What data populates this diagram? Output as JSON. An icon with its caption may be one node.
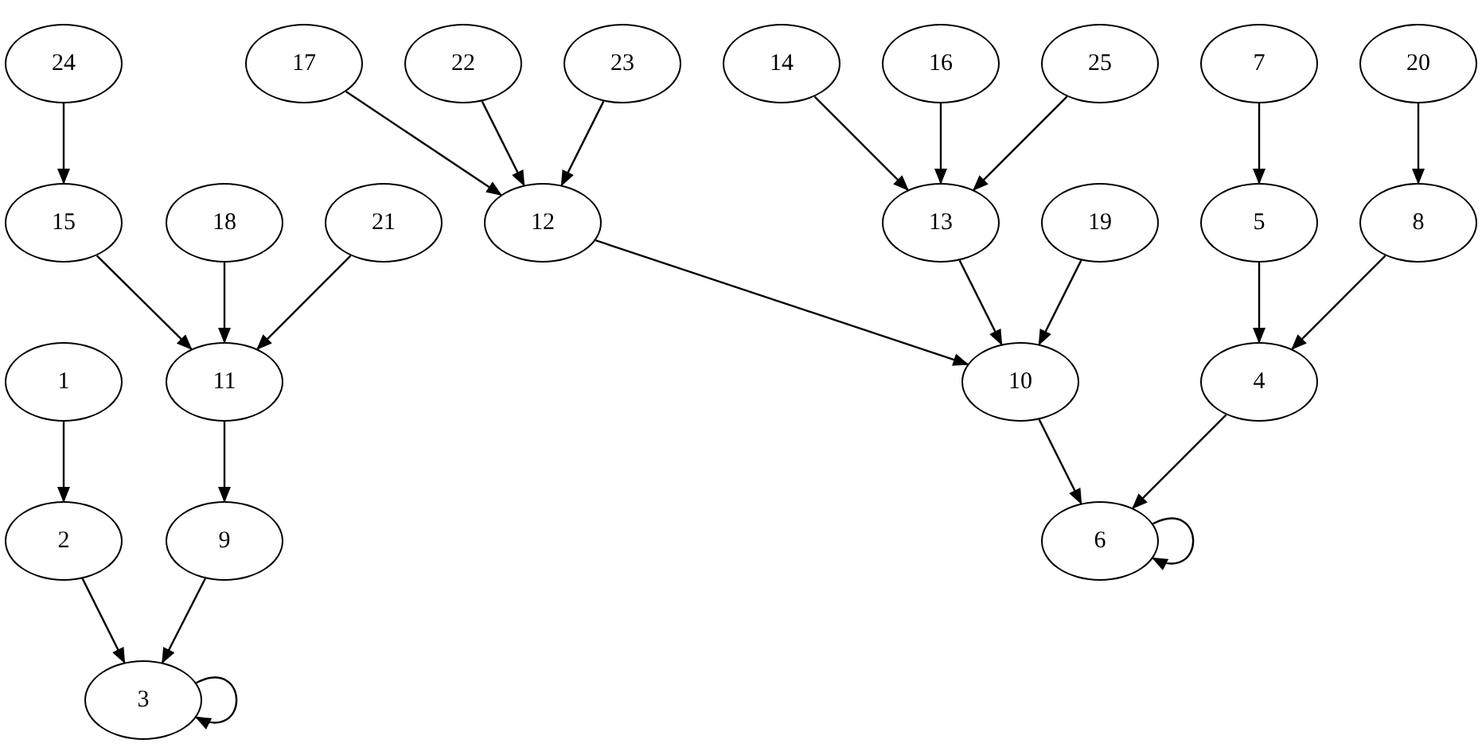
{
  "diagram": {
    "nodes": [
      {
        "text": [
          "24"
        ]
      },
      {
        "text": [
          "17"
        ]
      },
      {
        "text": [
          "22"
        ]
      },
      {
        "text": [
          "23"
        ]
      },
      {
        "text": [
          "14"
        ]
      },
      {
        "text": [
          "16"
        ]
      },
      {
        "text": [
          "25"
        ]
      },
      {
        "text": [
          "7"
        ]
      },
      {
        "text": [
          "20"
        ]
      },
      {
        "text": [
          "15"
        ]
      },
      {
        "text": [
          "18"
        ]
      },
      {
        "text": [
          "21"
        ]
      },
      {
        "text": [
          "12"
        ]
      },
      {
        "text": [
          "13"
        ]
      },
      {
        "text": [
          "19"
        ]
      },
      {
        "text": [
          "5"
        ]
      },
      {
        "text": [
          "8"
        ]
      },
      {
        "text": [
          "1"
        ]
      },
      {
        "text": [
          "11"
        ]
      },
      {
        "text": [
          "10"
        ]
      },
      {
        "text": [
          "4"
        ]
      },
      {
        "text": [
          "2"
        ]
      },
      {
        "text": [
          "9"
        ]
      },
      {
        "text": [
          "6"
        ]
      },
      {
        "text": [
          "3"
        ]
      }
    ],
    "edges": [
      {
        "from": 0,
        "to": 9,
        "arrow": "to"
      },
      {
        "from": 1,
        "to": 12,
        "arrow": "to"
      },
      {
        "from": 2,
        "to": 12,
        "arrow": "to"
      },
      {
        "from": 3,
        "to": 12,
        "arrow": "to"
      },
      {
        "from": 4,
        "to": 13,
        "arrow": "to"
      },
      {
        "from": 5,
        "to": 13,
        "arrow": "to"
      },
      {
        "from": 6,
        "to": 13,
        "arrow": "to"
      },
      {
        "from": 7,
        "to": 15,
        "arrow": "to"
      },
      {
        "from": 8,
        "to": 16,
        "arrow": "to"
      },
      {
        "from": 9,
        "to": 18,
        "arrow": "to"
      },
      {
        "from": 10,
        "to": 18,
        "arrow": "to"
      },
      {
        "from": 11,
        "to": 18,
        "arrow": "to"
      },
      {
        "from": 12,
        "to": 19,
        "arrow": "to"
      },
      {
        "from": 13,
        "to": 19,
        "arrow": "to"
      },
      {
        "from": 14,
        "to": 19,
        "arrow": "to"
      },
      {
        "from": 15,
        "to": 20,
        "arrow": "to"
      },
      {
        "from": 16,
        "to": 20,
        "arrow": "to"
      },
      {
        "from": 17,
        "to": 21,
        "arrow": "to"
      },
      {
        "from": 18,
        "to": 22,
        "arrow": "to"
      },
      {
        "from": 19,
        "to": 23,
        "arrow": "to"
      },
      {
        "from": 20,
        "to": 23,
        "arrow": "to"
      },
      {
        "from": 21,
        "to": 24,
        "arrow": "to"
      },
      {
        "from": 22,
        "to": 24,
        "arrow": "to"
      },
      {
        "from": 24,
        "to": 24,
        "arrow": "to"
      },
      {
        "from": 23,
        "to": 23,
        "arrow": "to"
      }
    ]
  }
}
